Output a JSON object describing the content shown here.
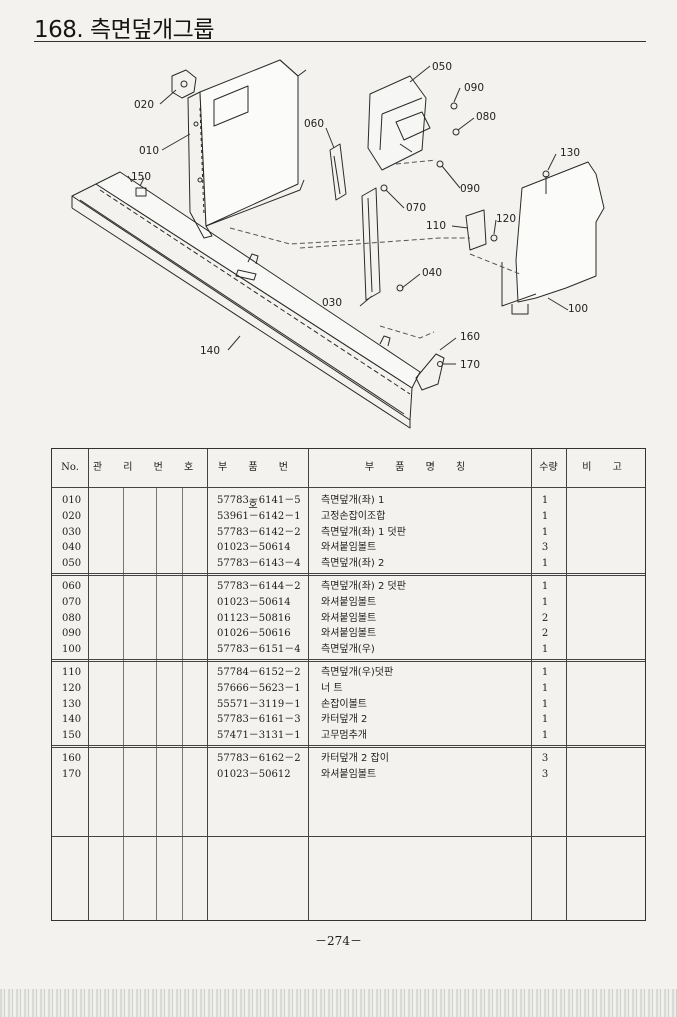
{
  "header": {
    "title": "168. 측면덮개그룹"
  },
  "diagram": {
    "callouts": {
      "c010": "010",
      "c020": "020",
      "c030": "030",
      "c040": "040",
      "c050": "050",
      "c060": "060",
      "c070": "070",
      "c080": "080",
      "c090a": "090",
      "c090b": "090",
      "c100": "100",
      "c110": "110",
      "c120": "120",
      "c130": "130",
      "c140": "140",
      "c150": "150",
      "c160": "160",
      "c170": "170"
    }
  },
  "table": {
    "headers": {
      "no": "No.",
      "mgmt": "관 리 번 호",
      "part": "부 품 번 호",
      "name": "부 품 명 칭",
      "qty": "수량",
      "remark": "비 고"
    },
    "groups": [
      {
        "rows": [
          {
            "no": "010",
            "part": "57783－6141－5",
            "name": "측면덮개(좌) 1",
            "qty": "1"
          },
          {
            "no": "020",
            "part": "53961－6142－1",
            "name": "고정손잡이조합",
            "qty": "1"
          },
          {
            "no": "030",
            "part": "57783－6142－2",
            "name": "측면덮개(좌) 1 덧판",
            "qty": "1"
          },
          {
            "no": "040",
            "part": "01023－50614",
            "name": "와셔붙임볼트",
            "qty": "3"
          },
          {
            "no": "050",
            "part": "57783－6143－4",
            "name": "측면덮개(좌) 2",
            "qty": "1"
          }
        ]
      },
      {
        "rows": [
          {
            "no": "060",
            "part": "57783－6144－2",
            "name": "측면덮개(좌) 2 덧판",
            "qty": "1"
          },
          {
            "no": "070",
            "part": "01023－50614",
            "name": "와셔붙임볼트",
            "qty": "1"
          },
          {
            "no": "080",
            "part": "01123－50816",
            "name": "와셔붙임볼트",
            "qty": "2"
          },
          {
            "no": "090",
            "part": "01026－50616",
            "name": "와셔붙임볼트",
            "qty": "2"
          },
          {
            "no": "100",
            "part": "57783－6151－4",
            "name": "측면덮개(우)",
            "qty": "1"
          }
        ]
      },
      {
        "rows": [
          {
            "no": "110",
            "part": "57784－6152－2",
            "name": "측면덮개(우)덧판",
            "qty": "1"
          },
          {
            "no": "120",
            "part": "57666－5623－1",
            "name": "너 트",
            "qty": "1"
          },
          {
            "no": "130",
            "part": "55571－3119－1",
            "name": "손잡이볼트",
            "qty": "1"
          },
          {
            "no": "140",
            "part": "57783－6161－3",
            "name": "카터덮개 2",
            "qty": "1"
          },
          {
            "no": "150",
            "part": "57471－3131－1",
            "name": "고무멈추개",
            "qty": "1"
          }
        ]
      },
      {
        "rows": [
          {
            "no": "160",
            "part": "57783－6162－2",
            "name": "카터덮개 2 잡이",
            "qty": "3"
          },
          {
            "no": "170",
            "part": "01023－50612",
            "name": "와셔붙임볼트",
            "qty": "3"
          }
        ]
      }
    ]
  },
  "footer": {
    "page_number": "－274－"
  }
}
